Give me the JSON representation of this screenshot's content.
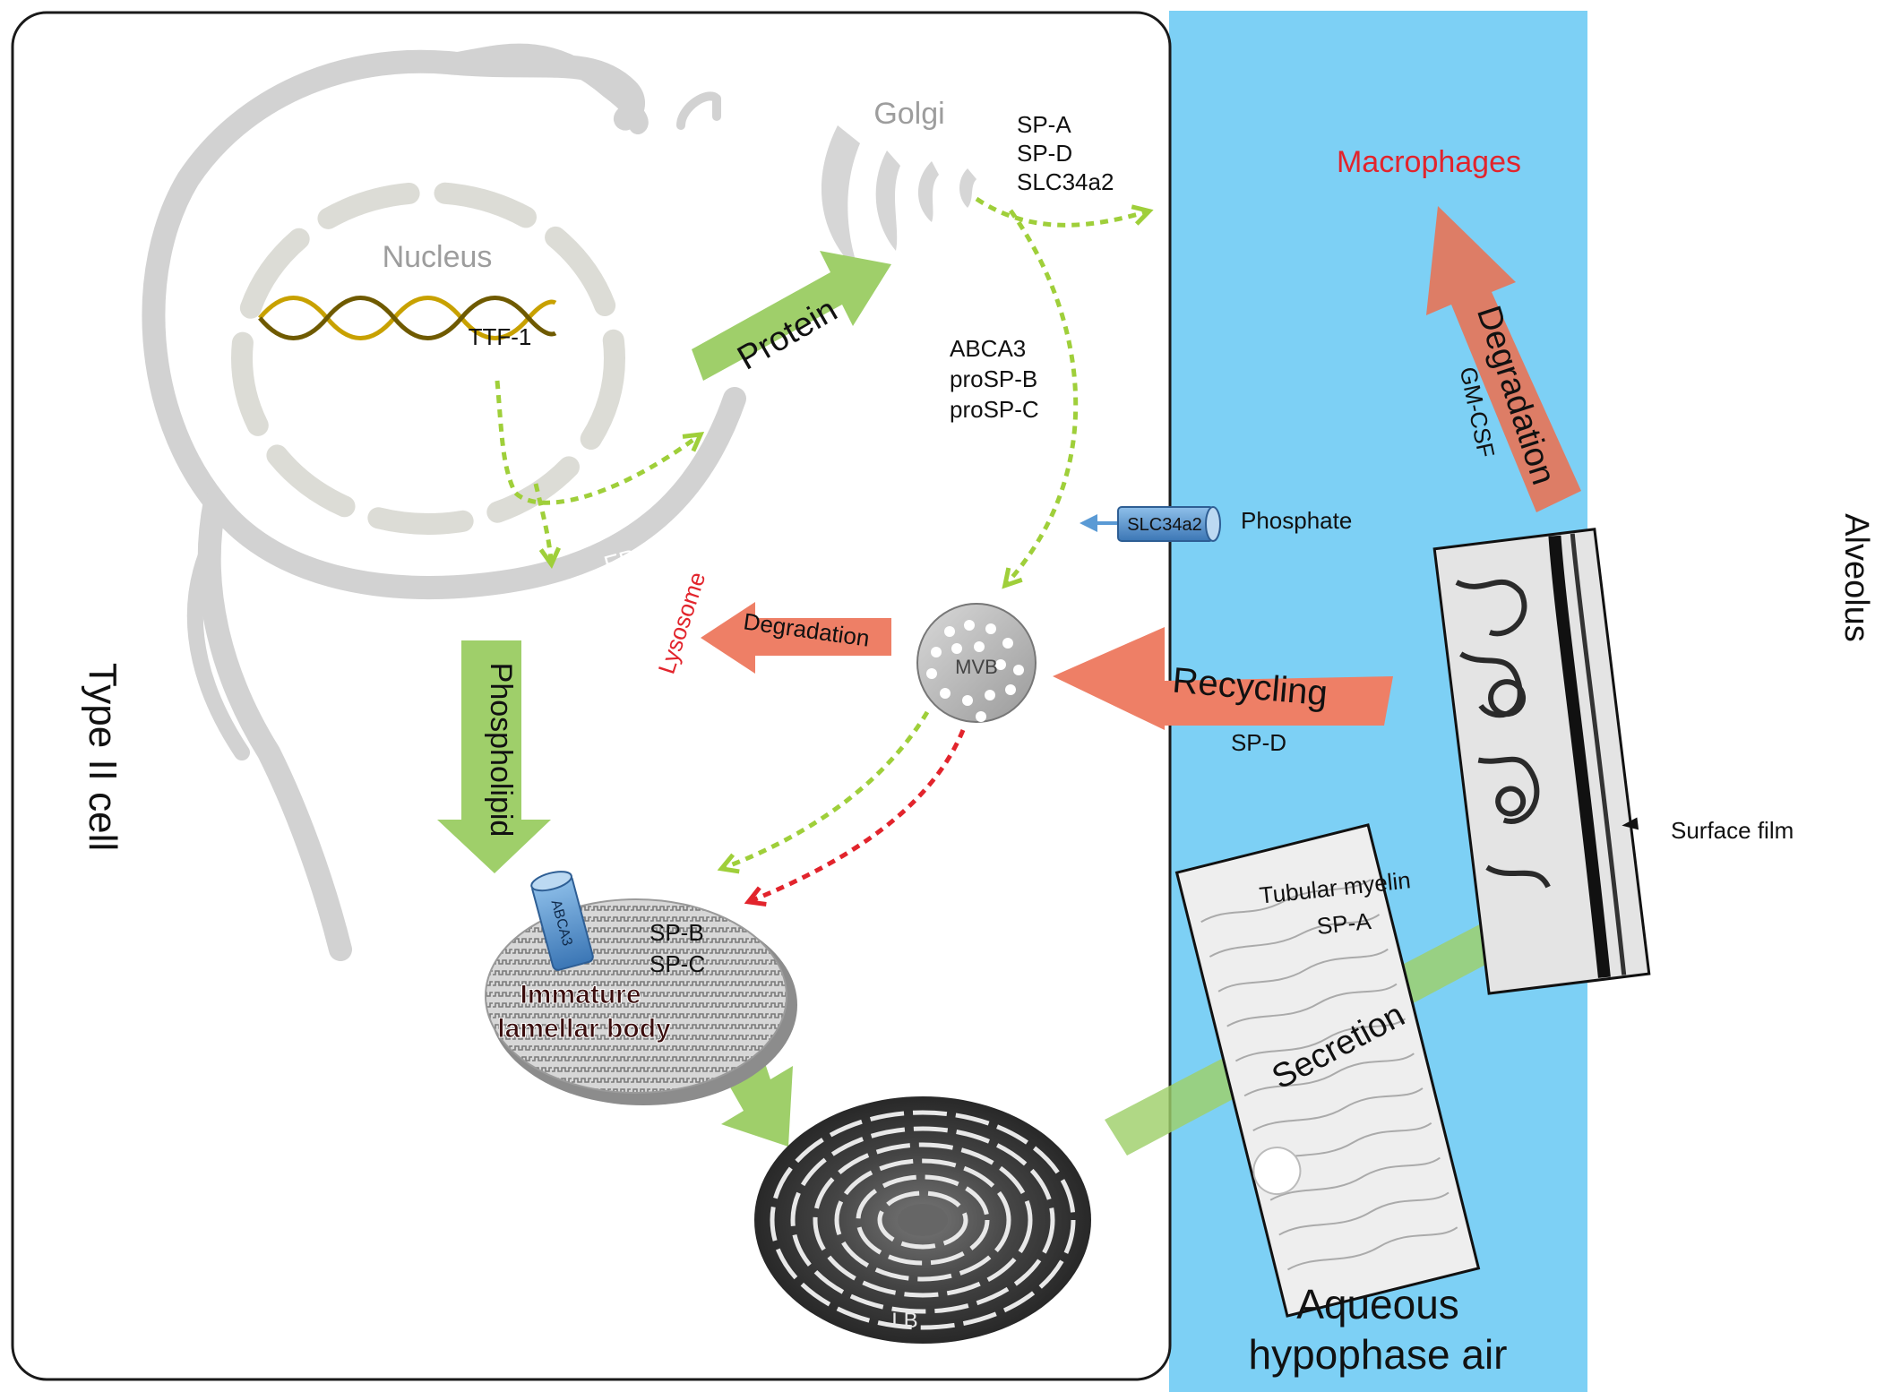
{
  "labels": {
    "golgi": "Golgi",
    "nucleus": "Nucleus",
    "ttf1": "TTF-1",
    "er": "ER",
    "protein": "Protein",
    "golgi_secreted": [
      "SP-A",
      "SP-D",
      "SLC34a2"
    ],
    "abca3_group": [
      "ABCA3",
      "proSP-B",
      "proSP-C"
    ],
    "lysosome": "Lysosome",
    "degradation_cell": "Degradation",
    "mvb": "MVB",
    "slc34a2": "SLC34a2",
    "phosphate": "Phosphate",
    "recycling": "Recycling",
    "recycling_sp": "SP-D",
    "phospholipid": "Phospholipid",
    "abca3": "ABCA3",
    "immature_sps": [
      "SP-B",
      "SP-C"
    ],
    "immature_body": [
      "Immature",
      "lamellar body"
    ],
    "lb": "LB",
    "secretion": "Secretion",
    "tubular_myelin": [
      "Tubular myelin",
      "SP-A"
    ],
    "surface_film": "Surface film",
    "macrophages": "Macrophages",
    "degradation_alveolus": "Degradation",
    "gm_csf": "GM-CSF",
    "alveolus": "Alveolus",
    "type_ii_cell": "Type II cell",
    "aqueous": [
      "Aqueous",
      "hypophase air"
    ]
  },
  "colors": {
    "alveolus_fill": "#7dd0f5",
    "green_arrow": "#9fcf6a",
    "salmon_arrow": "#ee7f66",
    "red_text": "#e2242c",
    "grey_organelle": "#d2d2d2",
    "golgi_text": "#9d9d9d"
  }
}
